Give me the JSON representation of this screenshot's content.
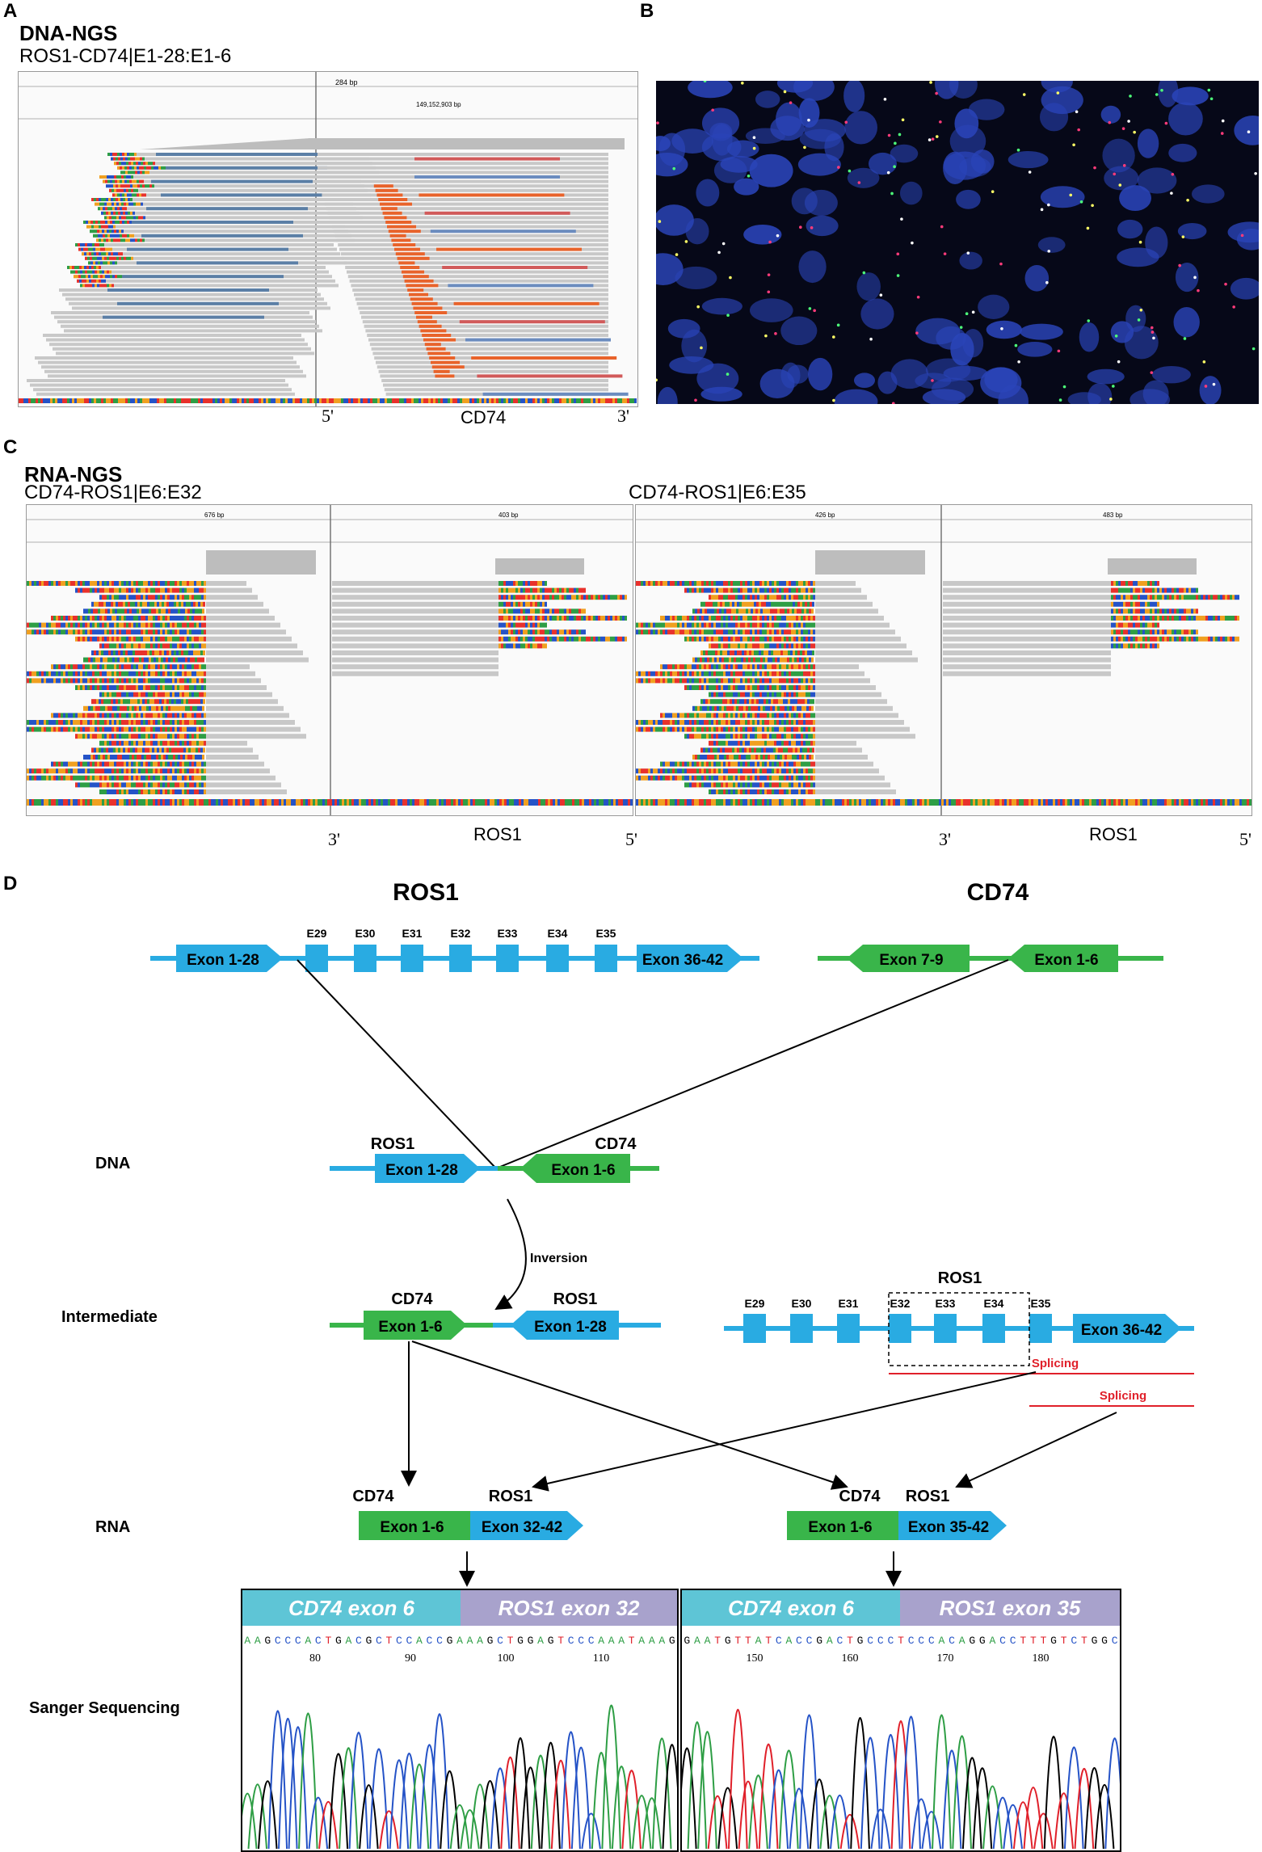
{
  "panels": {
    "A": {
      "letter": "A",
      "title": "DNA-NGS",
      "subtitle": "ROS1-CD74|E1-28:E1-6",
      "ruler_label": "284 bp",
      "ruler_coord": "149,152,903 bp",
      "left_end": "5'",
      "gene": "CD74",
      "right_end": "3'"
    },
    "B": {
      "letter": "B"
    },
    "C": {
      "letter": "C",
      "title": "RNA-NGS",
      "left_subtitle": "CD74-ROS1|E6:E32",
      "right_subtitle": "CD74-ROS1|E6:E35",
      "left_ruler_1": "676 bp",
      "left_ruler_2": "403 bp",
      "right_ruler_1": "426 bp",
      "right_ruler_2": "483 bp",
      "left_end_1": "3'",
      "gene_1": "ROS1",
      "right_end_1": "5'",
      "left_end_2": "3'",
      "gene_2": "ROS1",
      "right_end_2": "5'"
    },
    "D": {
      "letter": "D",
      "ros1_title": "ROS1",
      "cd74_title": "CD74",
      "ros1_exon_left": "Exon 1-28",
      "ros1_exon_right": "Exon 36-42",
      "ros1_small_exons": [
        "E29",
        "E30",
        "E31",
        "E32",
        "E33",
        "E34",
        "E35"
      ],
      "cd74_exon_left": "Exon 7-9",
      "cd74_exon_right": "Exon 1-6",
      "row_dna": "DNA",
      "row_intermediate": "Intermediate",
      "row_rna": "RNA",
      "row_sanger": "Sanger Sequencing",
      "dna_ros1_label": "ROS1",
      "dna_cd74_label": "CD74",
      "dna_ros1_exon": "Exon 1-28",
      "dna_cd74_exon": "Exon 1-6",
      "inversion": "Inversion",
      "int_cd74_label": "CD74",
      "int_ros1_label": "ROS1",
      "int_cd74_exon": "Exon 1-6",
      "int_ros1_exon": "Exon 1-28",
      "int2_ros1_label": "ROS1",
      "int2_small_exons": [
        "E29",
        "E30",
        "E31",
        "E32",
        "E33",
        "E34",
        "E35"
      ],
      "int2_exon_right": "Exon 36-42",
      "splicing_1": "Splicing",
      "splicing_2": "Splicing",
      "rna1_cd74_label": "CD74",
      "rna1_ros1_label": "ROS1",
      "rna1_cd74_exon": "Exon 1-6",
      "rna1_ros1_exon": "Exon 32-42",
      "rna2_cd74_label": "CD74",
      "rna2_ros1_label": "ROS1",
      "rna2_cd74_exon": "Exon 1-6",
      "rna2_ros1_exon": "Exon 35-42",
      "seq1_hdr_left": "CD74 exon 6",
      "seq1_hdr_right": "ROS1 exon 32",
      "seq1_bases": "AAGCCCACTGACGCTCCACCGAAAGCTGGAGTCCCAAATAAAG",
      "seq1_ticks": [
        "80",
        "90",
        "100",
        "110"
      ],
      "seq2_hdr_left": "CD74 exon 6",
      "seq2_hdr_right": "ROS1 exon 35",
      "seq2_bases": "GAATGTTATCACCGACTGCCCTCCCACAGGACCTTTGTCTGGC",
      "seq2_ticks": [
        "150",
        "160",
        "170",
        "180"
      ]
    }
  },
  "colors": {
    "ros1_blue": "#29abe2",
    "cd74_green": "#39b54a",
    "splicing_red": "#e0202a",
    "hdr_cyan": "#5ec5d6",
    "hdr_lavender": "#a8a2cc"
  }
}
